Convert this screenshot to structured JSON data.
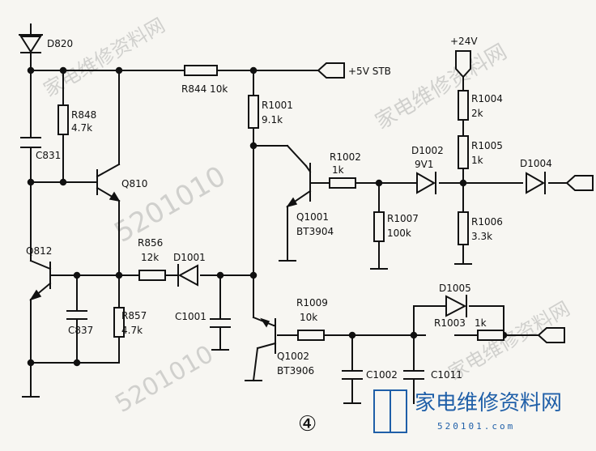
{
  "components": {
    "d820": "D820",
    "r848": "R848",
    "r848_val": "4.7k",
    "c831": "C831",
    "q810": "Q810",
    "r844": "R844 10k",
    "vstb": "+5V STB",
    "r1001": "R1001",
    "r1001_val": "9.1k",
    "r1002": "R1002",
    "r1002_val": "1k",
    "d1002": "D1002",
    "d1002_val": "9V1",
    "vin24": "+24V",
    "r1004": "R1004",
    "r1004_val": "2k",
    "r1005": "R1005",
    "r1005_val": "1k",
    "d1004": "D1004",
    "r1006": "R1006",
    "r1006_val": "3.3k",
    "q1001": "Q1001",
    "q1001_type": "BT3904",
    "r1007": "R1007",
    "r1007_val": "100k",
    "q812": "Q812",
    "r856": "R856",
    "r856_val": "12k",
    "d1001": "D1001",
    "c1001": "C1001",
    "c837": "C837",
    "r857": "R857",
    "r857_val": "4.7k",
    "r1009": "R1009",
    "r1009_val": "10k",
    "d1005": "D1005",
    "r1003": "R1003",
    "r1003_val": "1k",
    "q1002": "Q1002",
    "q1002_type": "BT3906",
    "c1002": "C1002",
    "c1011": "C1011"
  },
  "figure_number": "④",
  "watermark": {
    "diagonal_text": "5201010",
    "diagonal_text_cn": "家电维修资料网",
    "brand_cn": "家电维修资料网",
    "brand_url": "520101.com"
  }
}
